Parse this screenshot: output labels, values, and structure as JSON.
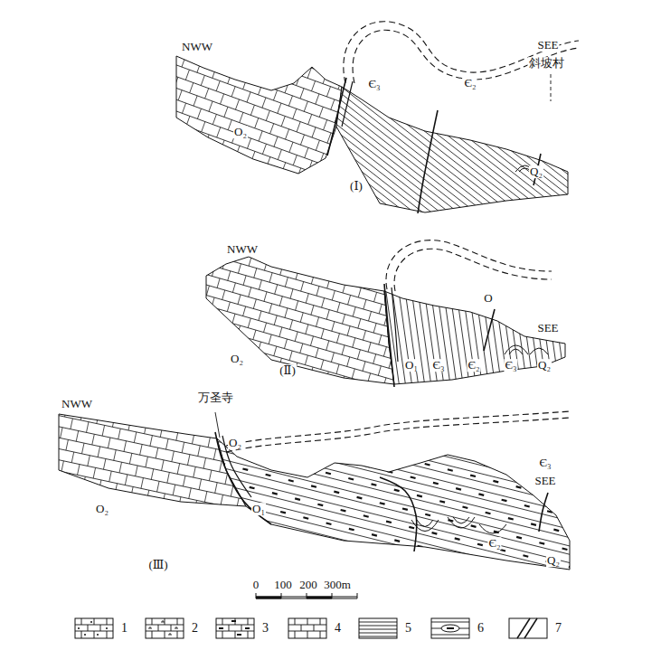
{
  "diagram": {
    "labels": [
      "NWW",
      "SEE",
      "斜坡村",
      "Є₃",
      "Є₂",
      "O₂",
      "Q₂",
      "(Ⅰ)",
      "NWW",
      "SEE",
      "O",
      "O₂",
      "O₁",
      "Є₃",
      "Є₂",
      "Є₃",
      "Q₂",
      "(Ⅱ)",
      "NWW",
      "万圣寺",
      "O₂",
      "SEE",
      "O₂",
      "O₁",
      "Є₃",
      "Є₂",
      "Q₂",
      "(Ⅲ)",
      "0",
      "100",
      "200",
      "300m"
    ],
    "legend": [
      {
        "text": "1"
      },
      {
        "text": "2"
      },
      {
        "text": "3"
      },
      {
        "text": "4"
      },
      {
        "text": "5"
      },
      {
        "text": "6"
      },
      {
        "text": "7"
      }
    ]
  }
}
